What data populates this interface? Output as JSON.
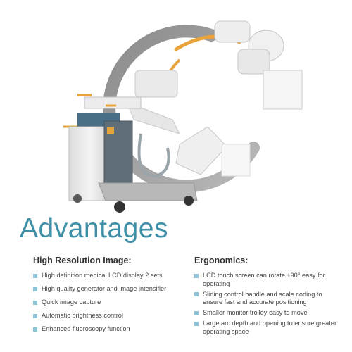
{
  "heading": "Advantages",
  "left_column": {
    "title": "High Resolution Image:",
    "items": [
      "High definition medical LCD display 2 sets",
      "High quality generator and image intensifier",
      "Quick image capture",
      "Automatic brightness control",
      "Enhanced fluoroscopy function"
    ]
  },
  "right_column": {
    "title": "Ergonomics:",
    "items": [
      "LCD touch screen can rotate ±90° easy for operating",
      "Sliding control handle and scale coding to ensure fast and accurate positioning",
      "Smaller monitor trolley easy to move",
      "Large arc depth and opening to ensure greater operating space"
    ]
  },
  "colors": {
    "heading": "#3f8fa6",
    "bullet": "#8fc4d8",
    "accent_orange": "#e8a33a"
  }
}
